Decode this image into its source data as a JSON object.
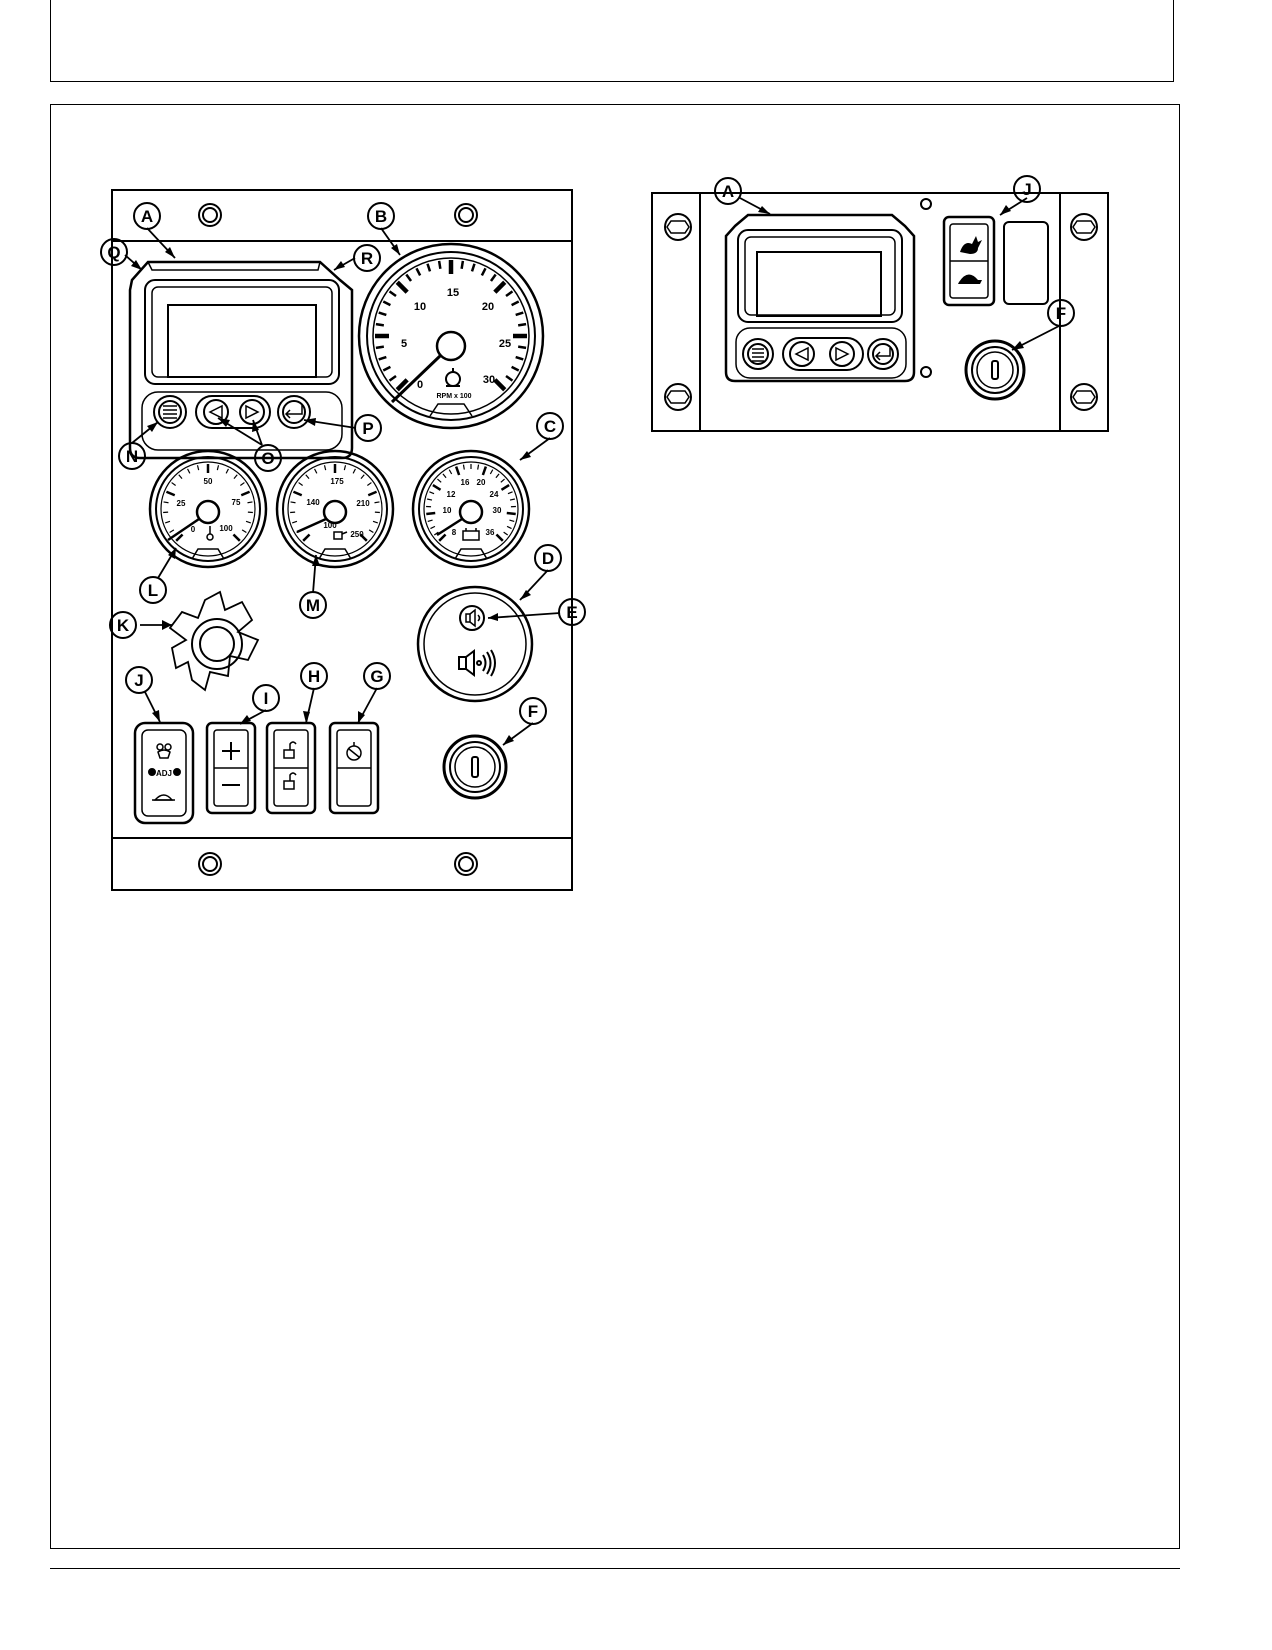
{
  "callouts": {
    "A": "A",
    "B": "B",
    "C": "C",
    "D": "D",
    "E": "E",
    "F": "F",
    "G": "G",
    "H": "H",
    "I": "I",
    "J": "J",
    "K": "K",
    "L": "L",
    "M": "M",
    "N": "N",
    "O": "O",
    "P": "P",
    "Q": "Q",
    "R": "R"
  },
  "tachometer": {
    "ticks": [
      "0",
      "5",
      "10",
      "15",
      "20",
      "25",
      "30"
    ],
    "unit": "RPM x 100"
  },
  "coolant_gauge": {
    "ticks": [
      "0",
      "25",
      "50",
      "75",
      "100"
    ]
  },
  "oil_pressure_gauge": {
    "ticks": [
      "100",
      "140",
      "175",
      "210",
      "250"
    ]
  },
  "voltage_gauge": {
    "ticks": [
      "8",
      "10",
      "12",
      "16",
      "20",
      "24",
      "30",
      "36"
    ]
  },
  "rocker_switch": {
    "label": "ADJ"
  },
  "icons": [
    "menu-icon",
    "left-arrow-icon",
    "right-arrow-icon",
    "enter-icon",
    "engine-icon",
    "horn-icon",
    "lock-icon",
    "rabbit-icon",
    "turtle-icon",
    "key-icon"
  ]
}
